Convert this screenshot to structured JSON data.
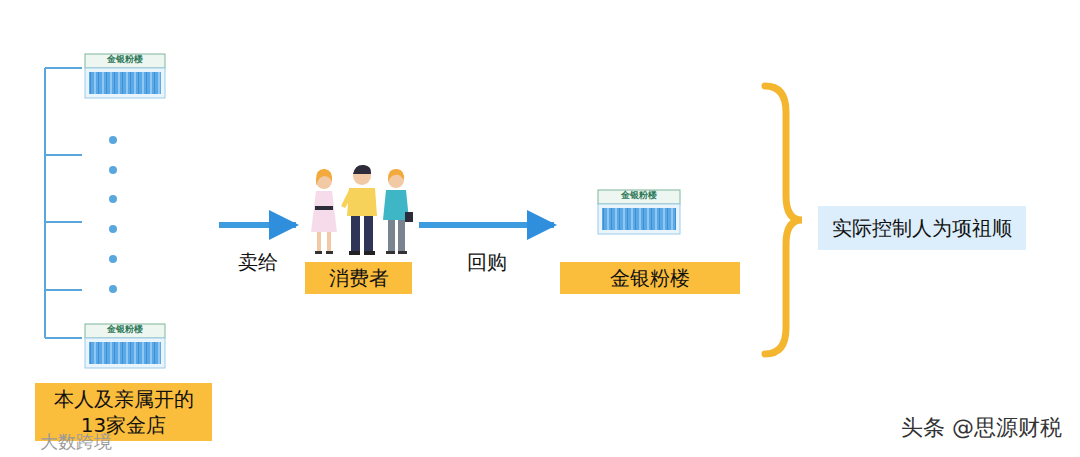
{
  "diagram": {
    "nodes": [
      {
        "text": [
          "本人及亲属开的13家金店"
        ]
      },
      {
        "text": [
          "消费者"
        ]
      },
      {
        "text": [
          "金银粉楼"
        ]
      },
      {
        "text": [
          "实际控制人为项祖顺"
        ]
      }
    ],
    "edges": [
      {
        "from": 0,
        "to": 1,
        "label": "卖给",
        "arrow": "to"
      },
      {
        "from": 1,
        "to": 2,
        "label": "回购",
        "arrow": "to"
      }
    ],
    "labels": [
      "金银粉楼",
      "金银粉楼",
      "金银粉楼",
      "大数跨境",
      "头条 @思源财税"
    ]
  }
}
